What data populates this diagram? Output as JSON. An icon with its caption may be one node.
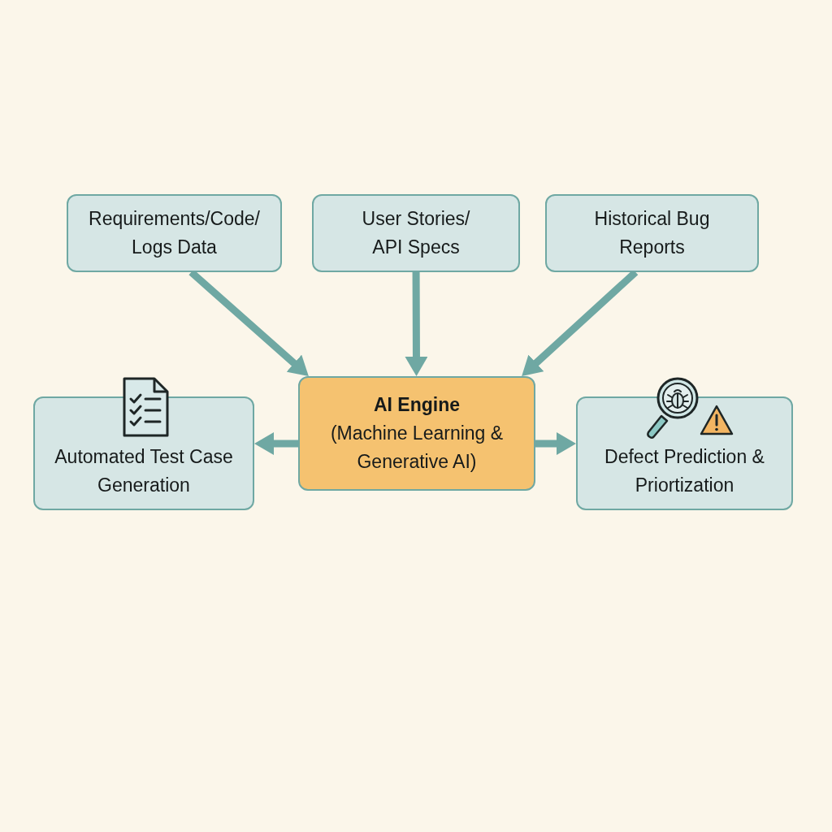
{
  "diagram": {
    "nodes": [
      {
        "text": [
          "Requirements/Code/ Logs Data"
        ]
      },
      {
        "text": [
          "User Stories/ API Specs"
        ]
      },
      {
        "text": [
          "Historical Bug Reports"
        ]
      },
      {
        "text": [
          "Automated Test Case Generation"
        ]
      },
      {
        "text": [
          "AI Engine",
          "(Machine Learning & Generative AI)"
        ]
      },
      {
        "text": [
          "Defect Prediction & Priortization"
        ]
      }
    ],
    "edges": [
      {
        "from": 0,
        "to": 4,
        "arrow": "to"
      },
      {
        "from": 1,
        "to": 4,
        "arrow": "to"
      },
      {
        "from": 2,
        "to": 4,
        "arrow": "to"
      },
      {
        "from": 4,
        "to": 3,
        "arrow": "to"
      },
      {
        "from": 4,
        "to": 5,
        "arrow": "to"
      }
    ]
  }
}
